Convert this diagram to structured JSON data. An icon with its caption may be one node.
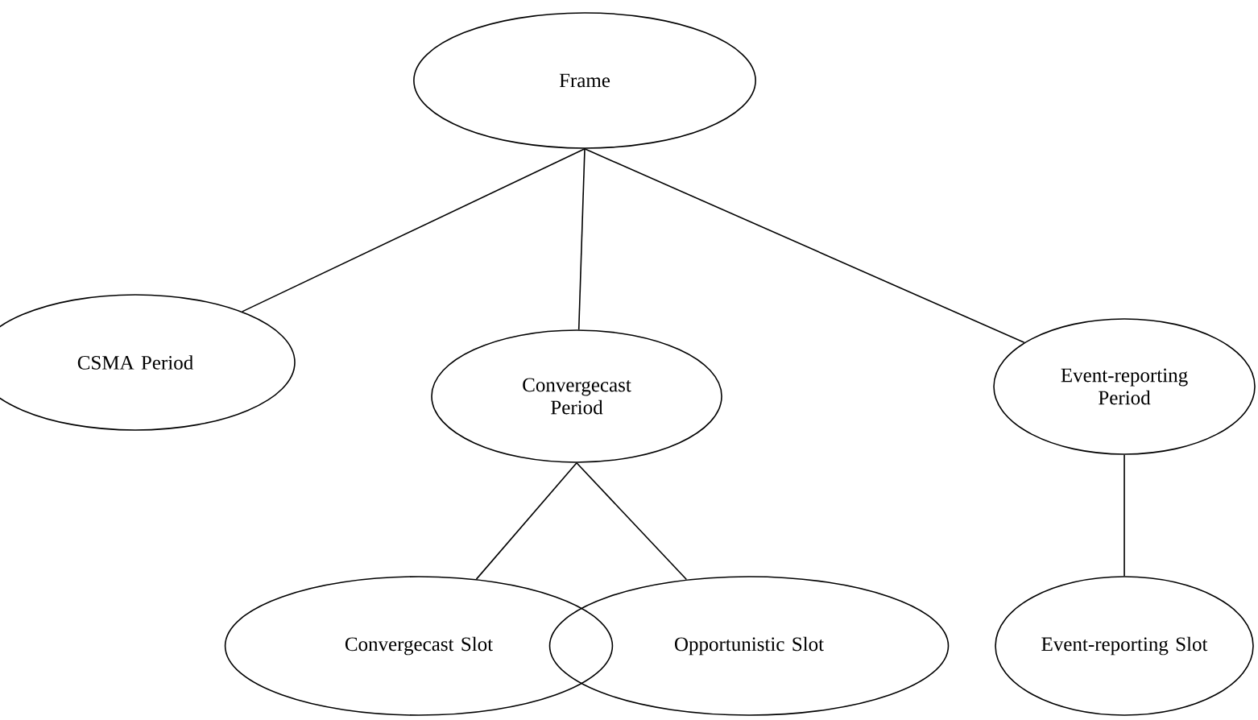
{
  "diagram": {
    "nodes": [
      {
        "text": [
          "Frame"
        ]
      },
      {
        "text": [
          "CSMA Period"
        ]
      },
      {
        "text": [
          "Convergecast Period"
        ]
      },
      {
        "text": [
          "Event-reporting Period"
        ]
      },
      {
        "text": [
          "Convergecast Slot"
        ]
      },
      {
        "text": [
          "Opportunistic Slot"
        ]
      },
      {
        "text": [
          "Event-reporting Slot"
        ]
      }
    ],
    "edges": [
      {
        "from": 0,
        "to": 1,
        "arrow": "none"
      },
      {
        "from": 0,
        "to": 2,
        "arrow": "none"
      },
      {
        "from": 0,
        "to": 3,
        "arrow": "none"
      },
      {
        "from": 2,
        "to": 4,
        "arrow": "none"
      },
      {
        "from": 2,
        "to": 5,
        "arrow": "none"
      },
      {
        "from": 3,
        "to": 6,
        "arrow": "none"
      }
    ]
  }
}
